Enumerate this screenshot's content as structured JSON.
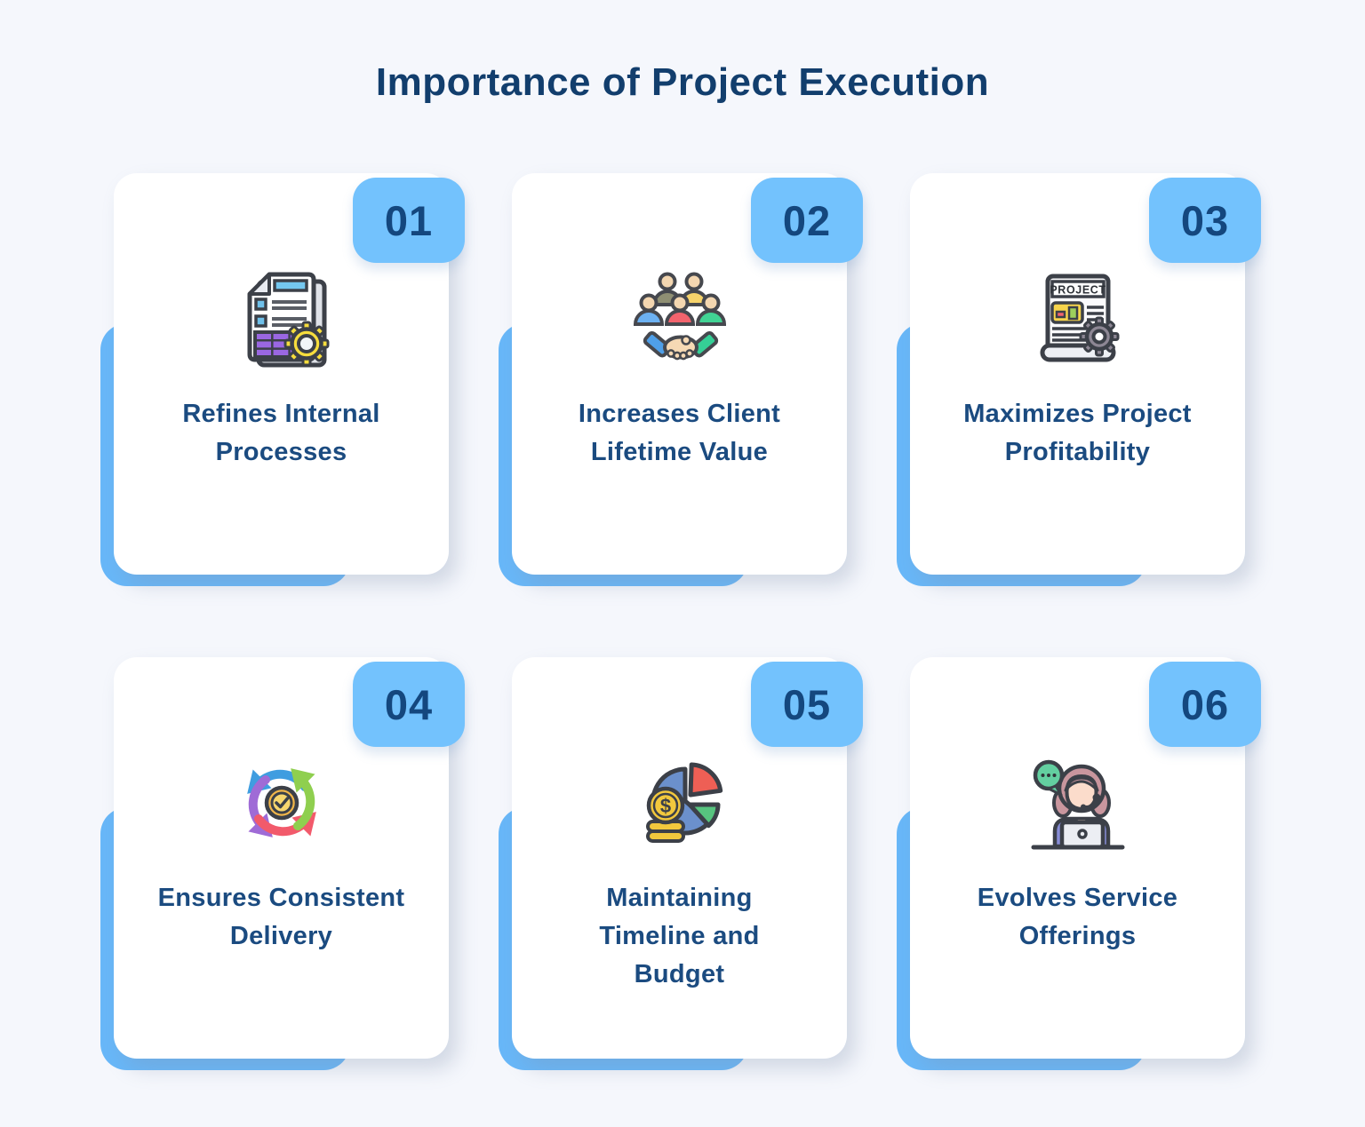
{
  "page": {
    "title": "Importance of Project Execution"
  },
  "colors": {
    "background": "#f5f7fc",
    "badge_blue": "#73c2fd",
    "offset_card_blue": "#68b7f8",
    "title_navy": "#123e6d",
    "card_text_navy": "#1b4b80",
    "card_white": "#ffffff"
  },
  "cards": [
    {
      "number": "01",
      "title_lines": [
        "Refines Internal",
        "Processes"
      ],
      "icon": "document-checklist-gear-icon"
    },
    {
      "number": "02",
      "title_lines": [
        "Increases Client",
        "Lifetime Value"
      ],
      "icon": "team-handshake-icon"
    },
    {
      "number": "03",
      "title_lines": [
        "Maximizes Project",
        "Profitability"
      ],
      "icon": "project-scroll-gear-icon"
    },
    {
      "number": "04",
      "title_lines": [
        "Ensures Consistent",
        "Delivery"
      ],
      "icon": "cycle-arrows-clock-icon"
    },
    {
      "number": "05",
      "title_lines": [
        "Maintaining",
        "Timeline and",
        "Budget"
      ],
      "icon": "pie-chart-coins-icon"
    },
    {
      "number": "06",
      "title_lines": [
        "Evolves Service",
        "Offerings"
      ],
      "icon": "support-agent-icon"
    }
  ]
}
